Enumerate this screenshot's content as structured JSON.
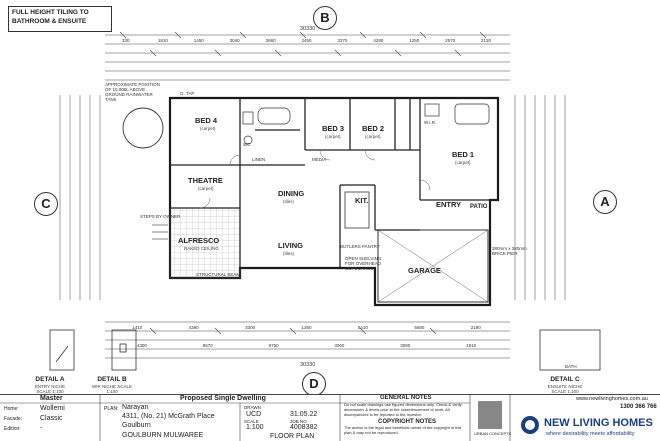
{
  "note": {
    "line1": "FULL HEIGHT TILING TO",
    "line2": "BATHROOM & ENSUITE"
  },
  "markers": {
    "top": "B",
    "left": "C",
    "right": "A",
    "bottom": "D"
  },
  "rooms": {
    "bed4": "BED 4",
    "bed3": "BED 3",
    "bed2": "BED 2",
    "bed1": "BED 1",
    "theatre": "THEATRE",
    "dining": "DINING",
    "living": "LIVING",
    "alfresco": "ALFRESCO",
    "kit": "KIT.",
    "garage": "GARAGE",
    "entry": "ENTRY",
    "patio": "PATIO",
    "wir": "W.I.R.",
    "linen": "LINEN",
    "media": "MEDIA",
    "wc": "WC",
    "butlers": "BUTLERS PANTRY"
  },
  "room_subs": {
    "carpet": "(carpet)",
    "tiles": "(tiles)",
    "raked": "RAKED CEILING"
  },
  "plan_notes": {
    "rainwater": "APPROXIMATE POSITION OF 10,000L ABOVE GROUND RAINWATER TANK",
    "steps": "STEPS BY OWNER",
    "shelving": "OPEN SHELVING FOR OVERHEAD CUPBOARDS",
    "brick": "380mm x 380mm BRICK PIER",
    "beam": "STRUCTURAL BEAM",
    "gtap": "G. TAP"
  },
  "dimensions": {
    "top_overall": "30330",
    "bottom_overall": "30330",
    "top": [
      "330",
      "1810",
      "1450",
      "3040",
      "3660",
      "2450",
      "3370",
      "4280",
      "1250",
      "2570",
      "2130"
    ],
    "bottom": [
      "1410",
      "4390",
      "3300",
      "1350",
      "5410",
      "5680",
      "2190"
    ],
    "bottom2": [
      "4300",
      "8670",
      "8750",
      "3060",
      "3090",
      "1910"
    ]
  },
  "details": {
    "a": {
      "label": "DETAIL A",
      "sub": "ENTRY NICHE SCALE 1:100"
    },
    "b": {
      "label": "DETAIL B",
      "sub": "WIR NICHE SCALE 1:100"
    },
    "c": {
      "label": "DETAIL C",
      "sub": "ENSUITE NICHE SCALE 1:100",
      "bath": "BATH"
    }
  },
  "title_block": {
    "header_left": "Master",
    "header_mid": "Proposed Single Dwelling",
    "home_label": "Home:",
    "home": "Wollemi",
    "facade_label": "Facade:",
    "facade": "Classic",
    "edition_label": "Edition:",
    "edition": "-",
    "plan_label": "PLAN:",
    "client": "Narayan",
    "address": "4311, (No. 21) McGrath Place",
    "suburb": "Goulburn",
    "council": "GOULBURN MULWAREE",
    "drawn_label": "DRAWN",
    "drawn": "UCD",
    "date": "31.05.22",
    "scale_label": "SCALE",
    "scale": "1:100",
    "job_label": "JOB NO",
    "job": "4008382",
    "sheet_title": "FLOOR PLAN",
    "general_notes": "GENERAL NOTES",
    "general_text": "Do not scale drawings use figured dimensions only. Check & verify dimensions & levels prior to the commencement of work. All discrepancies to be reported to the Investor.",
    "copyright": "COPYRIGHT NOTES",
    "copyright_text": "The author is the legal and beneficial owner of the copyright in this plan & may not be reproduced.",
    "website": "www.newlivinghomes.com.au",
    "phone": "1300 366 766",
    "brand": "NEW LIVING HOMES",
    "tagline": "where desirability meets affordability",
    "urban": "URBAN CONCEPTS"
  },
  "colors": {
    "line": "#333333",
    "wall": "#1a1a1a",
    "hatch": "#555555",
    "brand": "#1c3f7a"
  }
}
